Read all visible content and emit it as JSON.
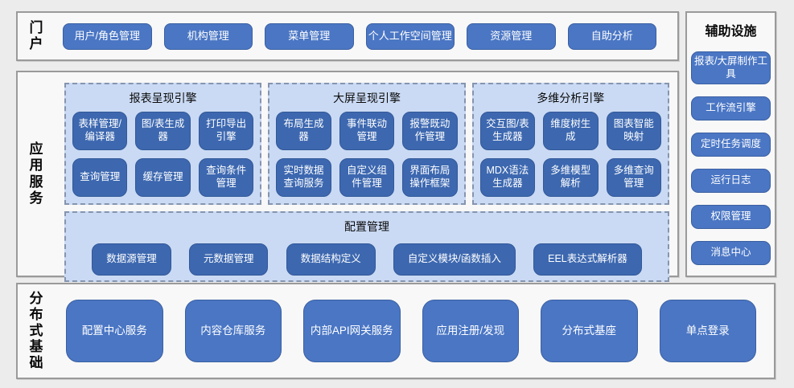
{
  "colors": {
    "page_background": "#ececec",
    "section_background": "#f8f8f8",
    "section_border": "#9a9a9a",
    "button_blue": "#4a76c4",
    "inner_button_blue": "#3d68b0",
    "panel_fill": "#cadaf4",
    "panel_dashed_border": "#8694ae",
    "button_text": "#ffffff",
    "label_text": "#0a0a0a"
  },
  "portal": {
    "label": "门户",
    "buttons": [
      "用户/角色管理",
      "机构管理",
      "菜单管理",
      "个人工作空间管理",
      "资源管理",
      "自助分析"
    ]
  },
  "app_services": {
    "label": "应用服务",
    "engines": [
      {
        "title": "报表呈现引擎",
        "buttons": [
          "表样管理/编译器",
          "图/表生成器",
          "打印导出引擎",
          "查询管理",
          "缓存管理",
          "查询条件管理"
        ]
      },
      {
        "title": "大屏呈现引擎",
        "buttons": [
          "布局生成器",
          "事件联动管理",
          "报警既动作管理",
          "实时数据查询服务",
          "自定义组件管理",
          "界面布局操作框架"
        ]
      },
      {
        "title": "多维分析引擎",
        "buttons": [
          "交互图/表生成器",
          "维度树生成",
          "图表智能映射",
          "MDX语法生成器",
          "多维模型解析",
          "多维查询管理"
        ]
      }
    ],
    "config": {
      "title": "配置管理",
      "buttons": [
        "数据源管理",
        "元数据管理",
        "数据结构定义",
        "自定义模块/函数插入",
        "EEL表达式解析器"
      ]
    }
  },
  "infrastructure": {
    "label": "分布式基础",
    "buttons": [
      "配置中心服务",
      "内容仓库服务",
      "内部API网关服务",
      "应用注册/发现",
      "分布式基座",
      "单点登录"
    ]
  },
  "auxiliary": {
    "title": "辅助设施",
    "buttons": [
      "报表/大屏制作工具",
      "工作流引擎",
      "定时任务调度",
      "运行日志",
      "权限管理",
      "消息中心"
    ]
  }
}
